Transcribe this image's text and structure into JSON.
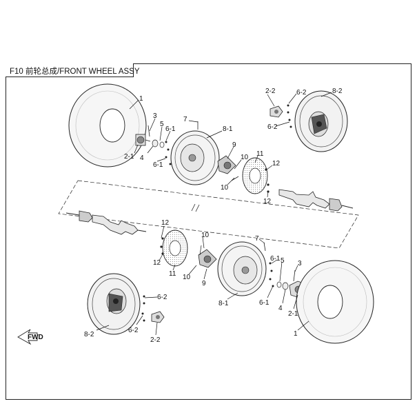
{
  "title": "F10 前轮总成/FRONT WHEEL ASSY",
  "fwd_label": "FWD",
  "callouts": [
    {
      "id": "c-1a",
      "text": "1"
    },
    {
      "id": "c-3a",
      "text": "3"
    },
    {
      "id": "c-5a",
      "text": "5"
    },
    {
      "id": "c-7a",
      "text": "7"
    },
    {
      "id": "c-6-1a",
      "text": "6-1"
    },
    {
      "id": "c-8-1a",
      "text": "8-1"
    },
    {
      "id": "c-2-1a",
      "text": "2-1"
    },
    {
      "id": "c-4a",
      "text": "4"
    },
    {
      "id": "c-6-1b",
      "text": "6-1"
    },
    {
      "id": "c-9a",
      "text": "9"
    },
    {
      "id": "c-10a",
      "text": "10"
    },
    {
      "id": "c-11a",
      "text": "11"
    },
    {
      "id": "c-12a",
      "text": "12"
    },
    {
      "id": "c-10b",
      "text": "10"
    },
    {
      "id": "c-12b",
      "text": "12"
    },
    {
      "id": "c-2-2a",
      "text": "2-2"
    },
    {
      "id": "c-6-2a",
      "text": "6-2"
    },
    {
      "id": "c-8-2a",
      "text": "8-2"
    },
    {
      "id": "c-6-2b",
      "text": "6-2"
    },
    {
      "id": "c-12c",
      "text": "12"
    },
    {
      "id": "c-12d",
      "text": "12"
    },
    {
      "id": "c-10c",
      "text": "10"
    },
    {
      "id": "c-10d",
      "text": "10"
    },
    {
      "id": "c-11b",
      "text": "11"
    },
    {
      "id": "c-9b",
      "text": "9"
    },
    {
      "id": "c-7b",
      "text": "7"
    },
    {
      "id": "c-6-1c",
      "text": "6-1"
    },
    {
      "id": "c-5b",
      "text": "5"
    },
    {
      "id": "c-3b",
      "text": "3"
    },
    {
      "id": "c-4b",
      "text": "4"
    },
    {
      "id": "c-6-1d",
      "text": "6-1"
    },
    {
      "id": "c-2-1b",
      "text": "2-1"
    },
    {
      "id": "c-8-1b",
      "text": "8-1"
    },
    {
      "id": "c-1b",
      "text": "1"
    },
    {
      "id": "c-6-2c",
      "text": "6-2"
    },
    {
      "id": "c-8-2b",
      "text": "8-2"
    },
    {
      "id": "c-6-2d",
      "text": "6-2"
    },
    {
      "id": "c-2-2b",
      "text": "2-2"
    }
  ]
}
